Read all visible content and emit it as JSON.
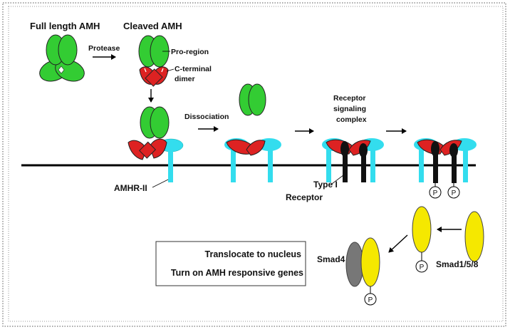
{
  "labels": {
    "full_length_amh": "Full length AMH",
    "cleaved_amh": "Cleaved AMH",
    "protease": "Protease",
    "pro_region": "Pro-region",
    "c_terminal_dimer_1": "C-terminal",
    "c_terminal_dimer_2": "dimer",
    "dissociation": "Dissociation",
    "receptor_signaling_complex_1": "Receptor",
    "receptor_signaling_complex_2": "signaling",
    "receptor_signaling_complex_3": "complex",
    "amhr_ii": "AMHR-II",
    "type_i_receptor_1": "Type I",
    "type_i_receptor_2": "Receptor",
    "smad4": "Smad4",
    "smad158": "Smad1/5/8",
    "phospho": "P"
  },
  "outcome_box": {
    "line1": "Translocate to nucleus",
    "line2": "Turn on AMH responsive genes"
  },
  "colors": {
    "pro_region": "#33cc33",
    "c_terminal": "#dd2222",
    "amhr_ii": "#33ddee",
    "type_i": "#111111",
    "smad": "#f5e800",
    "smad4": "#777777"
  }
}
